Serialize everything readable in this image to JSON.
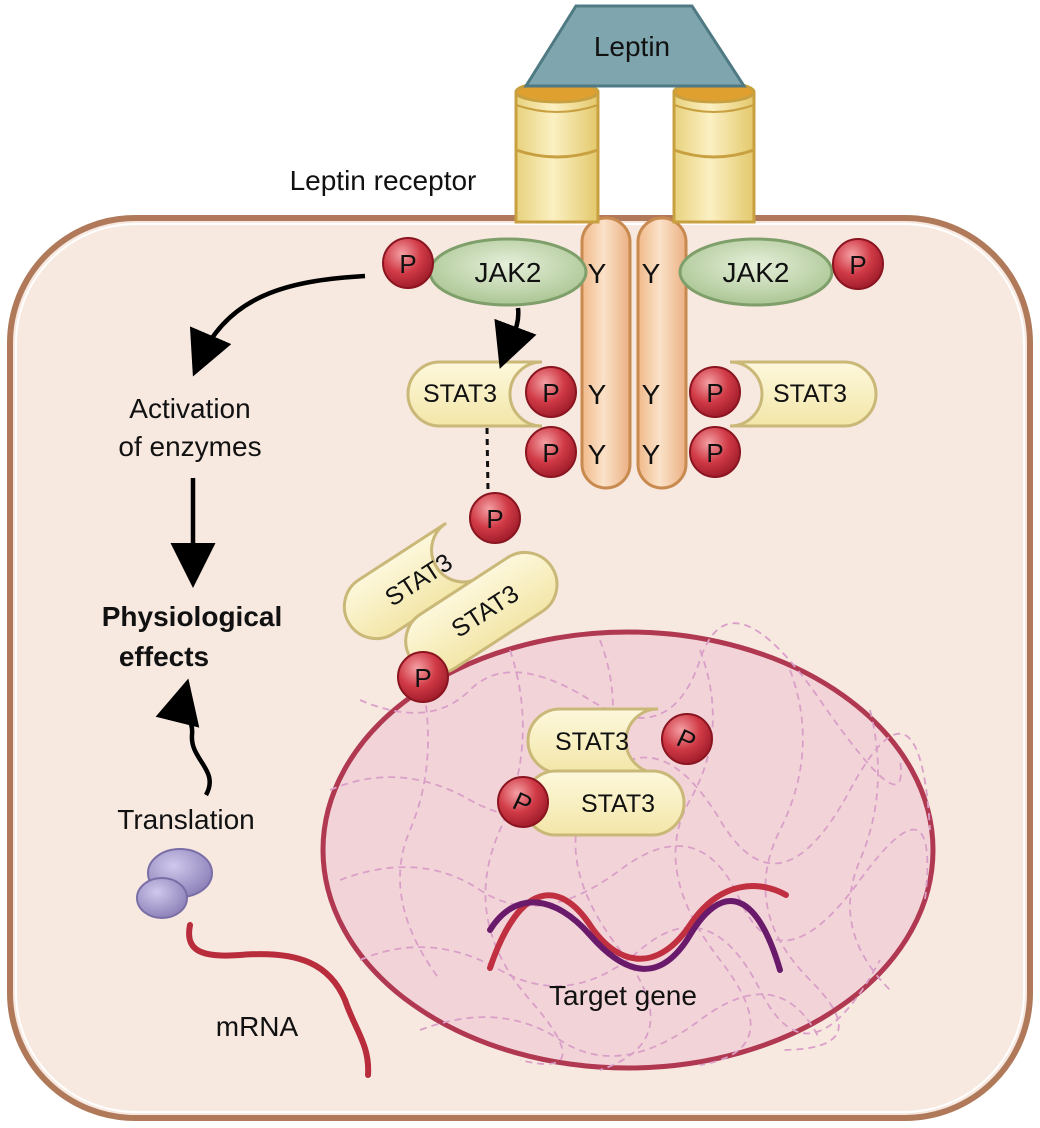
{
  "labels": {
    "leptin": "Leptin",
    "leptin_receptor": "Leptin receptor",
    "jak2_left": "JAK2",
    "jak2_right": "JAK2",
    "activation_line1": "Activation",
    "activation_line2": "of enzymes",
    "physiological_line1": "Physiological",
    "physiological_line2": "effects",
    "translation": "Translation",
    "mrna": "mRNA",
    "target_gene": "Target gene"
  },
  "tyrosine": "Y",
  "phosphate": "P",
  "stat3": "STAT3",
  "colors": {
    "cell_fill": "#f7e8e0",
    "cell_border": "#b07a5a",
    "nucleus_fill": "#f2d4d8",
    "nucleus_border": "#b03850",
    "leptin_fill": "#7fa6ae",
    "receptor_fill": "#f5e3a3",
    "receptor_border": "#c8a040",
    "tm_fill": "#f4c9a0",
    "tm_border": "#c98a50",
    "jak2_fill": "#b7cfa2",
    "jak2_border": "#7f9f6a",
    "phosphate_fill": "#c9303e",
    "stat3_fill": "#faf1c4",
    "stat3_border": "#c9b878",
    "ribosome_fill": "#9f94c4",
    "mrna": "#b82c3c",
    "dna_strand_1": "#c03040",
    "dna_strand_2": "#6a1a6a"
  }
}
